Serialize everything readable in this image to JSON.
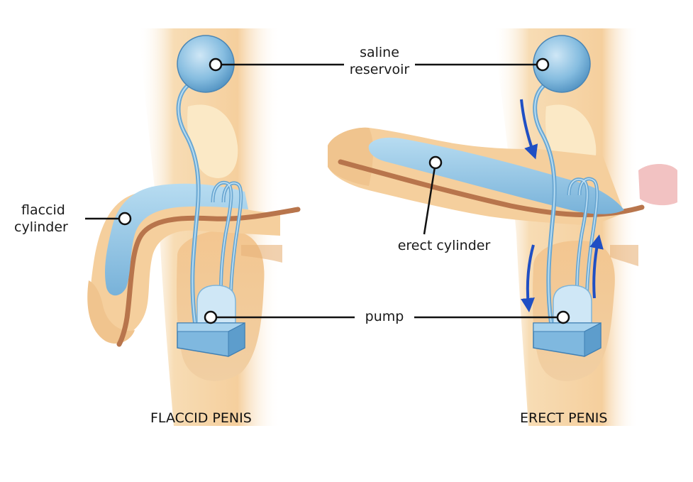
{
  "labels": {
    "reservoir_line1": "saline",
    "reservoir_line2": "reservoir",
    "flaccid_line1": "flaccid",
    "flaccid_line2": "cylinder",
    "erect_cylinder": "erect cylinder",
    "pump": "pump"
  },
  "captions": {
    "left": "FLACCID PENIS",
    "right": "ERECT PENIS"
  },
  "colors": {
    "skin": "#f5cf9d",
    "skin_shadow": "#e9b57c",
    "implant_blue": "#8fc3e2",
    "implant_blue_dark": "#5e9fcb",
    "urethra": "#b8754c",
    "arrow_blue": "#1f4fc4",
    "leader": "#111111"
  }
}
